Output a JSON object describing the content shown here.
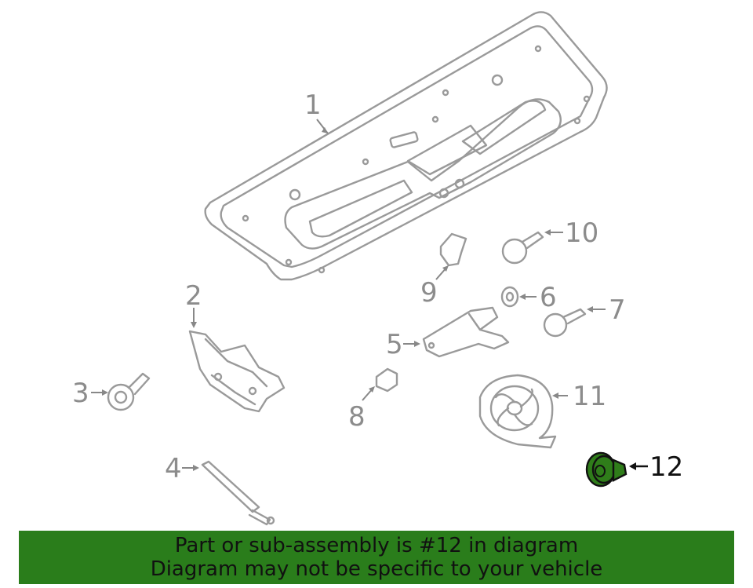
{
  "callouts": {
    "c1": "1",
    "c2": "2",
    "c3": "3",
    "c4": "4",
    "c5": "5",
    "c6": "6",
    "c7": "7",
    "c8": "8",
    "c9": "9",
    "c10": "10",
    "c11": "11",
    "c12": "12"
  },
  "highlighted_part": "12",
  "colors": {
    "highlight": "#2f7d1a",
    "banner": "#2a7d1b",
    "line": "#9a9a9a"
  },
  "banner": {
    "line1": "Part or sub-assembly is #12 in diagram",
    "line2": "Diagram may not be specific to your vehicle"
  }
}
